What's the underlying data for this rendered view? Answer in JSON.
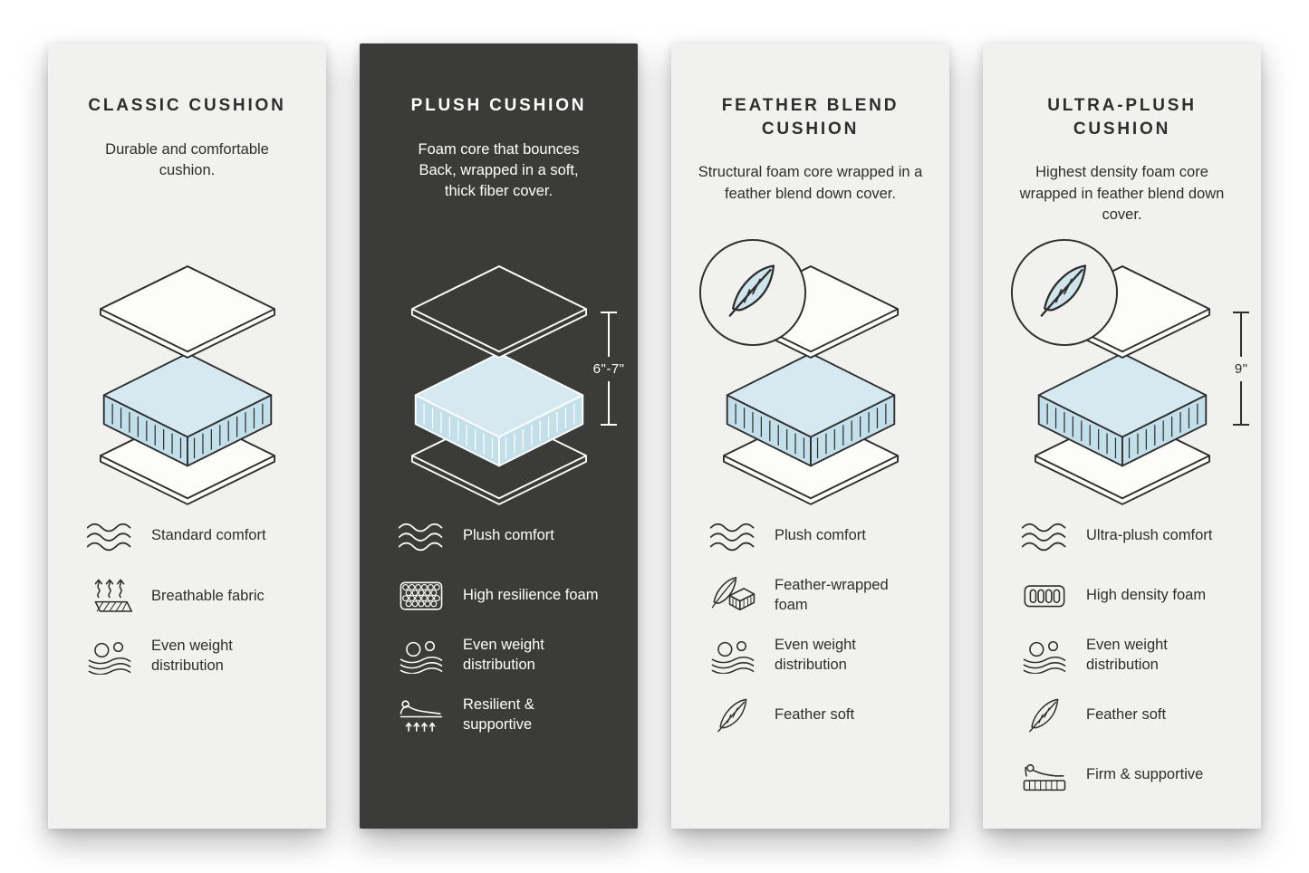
{
  "page": {
    "background": "#ffffff"
  },
  "colors": {
    "card_light_bg": "#f1f1ef",
    "card_dark_bg": "#3b3b39",
    "ink": "#2e2e2e",
    "foam_blue_top": "#d7e9f0",
    "foam_blue_side": "#c3dfe9",
    "feather_blue": "#cfe4ec"
  },
  "cards": [
    {
      "title": "CLASSIC CUSHION",
      "description": "Durable and comfortable cushion.",
      "theme": "light",
      "features": [
        {
          "icon": "waves-icon",
          "label": "Standard comfort"
        },
        {
          "icon": "breathable-fabric-icon",
          "label": "Breathable fabric"
        },
        {
          "icon": "even-weight-icon",
          "label": "Even weight distribution"
        }
      ]
    },
    {
      "title": "PLUSH CUSHION",
      "description": "Foam core that bounces Back, wrapped in a soft, thick fiber cover.",
      "theme": "dark",
      "dimension": "6\"-7\"",
      "features": [
        {
          "icon": "waves-icon",
          "label": "Plush comfort"
        },
        {
          "icon": "honeycomb-foam-icon",
          "label": "High resilience foam"
        },
        {
          "icon": "even-weight-icon",
          "label": "Even weight distribution"
        },
        {
          "icon": "resilient-supportive-icon",
          "label": "Resilient & supportive"
        }
      ]
    },
    {
      "title": "FEATHER BLEND CUSHION",
      "description": "Structural foam core wrapped in a feather blend down cover.",
      "theme": "light",
      "badge": "feather",
      "features": [
        {
          "icon": "waves-icon",
          "label": "Plush comfort"
        },
        {
          "icon": "feather-wrapped-foam-icon",
          "label": "Feather-wrapped foam"
        },
        {
          "icon": "even-weight-icon",
          "label": "Even weight distribution"
        },
        {
          "icon": "feather-icon",
          "label": "Feather soft"
        }
      ]
    },
    {
      "title": "ULTRA-PLUSH CUSHION",
      "description": "Highest density foam core wrapped in feather blend down cover.",
      "theme": "light",
      "badge": "feather",
      "dimension": "9\"",
      "features": [
        {
          "icon": "waves-icon",
          "label": "Ultra-plush comfort"
        },
        {
          "icon": "high-density-foam-icon",
          "label": "High density foam"
        },
        {
          "icon": "even-weight-icon",
          "label": "Even weight distribution"
        },
        {
          "icon": "feather-icon",
          "label": "Feather soft"
        },
        {
          "icon": "firm-supportive-icon",
          "label": "Firm & supportive"
        }
      ]
    }
  ]
}
